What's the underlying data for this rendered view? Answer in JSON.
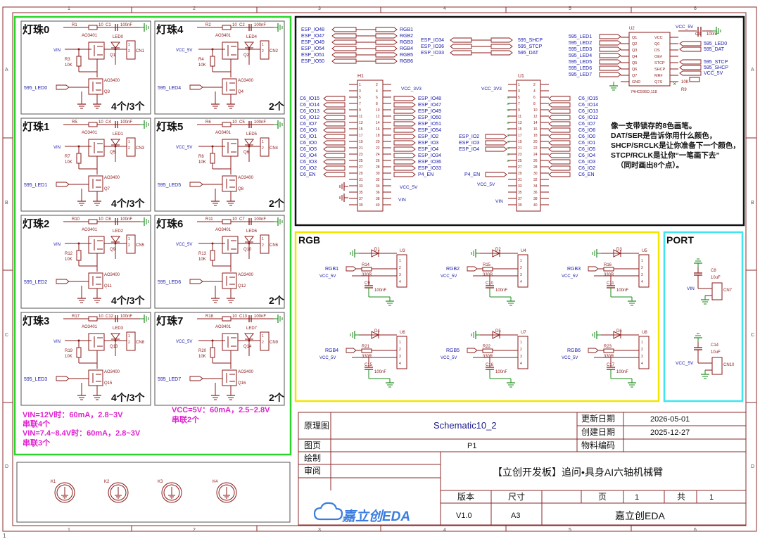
{
  "colors": {
    "border": "#8b2a2a",
    "wire": "#8b1a1a",
    "net": "#1a1aa8",
    "part": "#8b1a1a",
    "green_frame": "#2bd62b",
    "yellow_frame": "#f0e600",
    "cyan_frame": "#3fe6f0",
    "note": "#e020d0",
    "gnd": "#1a8a1a",
    "title_text": "#1a1a8b"
  },
  "ruler": {
    "cols": [
      "1",
      "2",
      "3",
      "4",
      "5",
      "6"
    ],
    "rows": [
      "A",
      "B",
      "C",
      "D"
    ]
  },
  "leds": [
    {
      "title": "灯珠0",
      "count": "4个/3个",
      "supply": "VIN",
      "res": "R1",
      "c": "C1",
      "r": "R3",
      "led": "LED0",
      "cn": "CN1",
      "qp": "Q1",
      "qn": "Q3",
      "net": "595_LED0"
    },
    {
      "title": "灯珠4",
      "count": "2个",
      "supply": "VCC_5V",
      "res": "R2",
      "c": "C2",
      "r": "R4",
      "led": "LED4",
      "cn": "CN2",
      "qp": "Q2",
      "qn": "Q4",
      "net": "595_LED4"
    },
    {
      "title": "灯珠1",
      "count": "4个/3个",
      "supply": "VIN",
      "res": "R5",
      "c": "C4",
      "r": "R7",
      "led": "LED1",
      "cn": "CN3",
      "qp": "Q5",
      "qn": "Q7",
      "net": "595_LED1"
    },
    {
      "title": "灯珠5",
      "count": "2个",
      "supply": "VCC_5V",
      "res": "R6",
      "c": "C5",
      "r": "R8",
      "led": "LED5",
      "cn": "CN4",
      "qp": "Q6",
      "qn": "Q8",
      "net": "595_LED5"
    },
    {
      "title": "灯珠2",
      "count": "4个/3个",
      "supply": "VIN",
      "res": "R10",
      "c": "C6",
      "r": "R12",
      "led": "LED2",
      "cn": "CN5",
      "qp": "Q9",
      "qn": "Q11",
      "net": "595_LED2"
    },
    {
      "title": "灯珠6",
      "count": "2个",
      "supply": "VCC_5V",
      "res": "R11",
      "c": "C7",
      "r": "R13",
      "led": "LED6",
      "cn": "CN6",
      "qp": "Q10",
      "qn": "Q12",
      "net": "595_LED6"
    },
    {
      "title": "灯珠3",
      "count": "4个/3个",
      "supply": "VIN",
      "res": "R17",
      "c": "C12",
      "r": "R19",
      "led": "LED3",
      "cn": "CN8",
      "qp": "Q13",
      "qn": "Q15",
      "net": "595_LED3"
    },
    {
      "title": "灯珠7",
      "count": "2个",
      "supply": "VCC_5V",
      "res": "R18",
      "c": "C13",
      "r": "R20",
      "led": "LED7",
      "cn": "CN9",
      "qp": "Q14",
      "qn": "Q16",
      "net": "595_LED7"
    }
  ],
  "parts": {
    "pmos": "AO3401",
    "nmos": "AO3400",
    "r10k": "10K",
    "r10": "10",
    "c100n": "100nF",
    "gnd": "GND"
  },
  "notes": {
    "vin_line1": "VIN=12V时：60mA，2.8~3V",
    "vin_line2": "串联4个",
    "vin_line3": "VIN=7.4~8.4V时：60mA，2.8~3V",
    "vin_line4": "串联3个",
    "vcc_line1": "VCC=5V：60mA，2.5~2.8V",
    "vcc_line2": "串联2个"
  },
  "keys": [
    "K1",
    "K2",
    "K3",
    "K4"
  ],
  "top": {
    "rgb_in": [
      "ESP_IO48",
      "ESP_IO47",
      "ESP_IO49",
      "ESP_IO54",
      "ESP_IO51",
      "ESP_IO50"
    ],
    "rgb_out": [
      "RGB1",
      "RGB2",
      "RGB3",
      "RGB4",
      "RGB5",
      "RGB6"
    ],
    "sh_in": [
      "ESP_IO34",
      "ESP_IO36",
      "ESP_IO33"
    ],
    "sh_out": [
      "595_SHCP",
      "595_STCP",
      "595_DAT"
    ],
    "h1": {
      "ref": "H1",
      "left": [
        "C6_IO15",
        "C6_IO14",
        "C6_IO13",
        "C6_IO12",
        "C6_IO7",
        "C6_IO6",
        "C6_IO1",
        "C6_IO0",
        "C6_IO5",
        "C6_IO4",
        "C6_IO3",
        "C6_IO2",
        "C6_EN"
      ],
      "right": [
        "ESP_IO48",
        "ESP_IO47",
        "ESP_IO49",
        "ESP_IO50",
        "ESP_IO51",
        "ESP_IO54",
        "ESP_IO2",
        "ESP_IO3",
        "ESP_IO4",
        "ESP_IO34",
        "ESP_IO36",
        "ESP_IO33",
        "P4_EN"
      ],
      "vcc3": "VCC_3V3",
      "vcc5": "VCC_5V",
      "vin": "VIN"
    },
    "u1": {
      "ref": "U1",
      "left": [
        "ESP_IO2",
        "ESP_IO3",
        "ESP_IO4"
      ],
      "left_en": "P4_EN",
      "right": [
        "C6_IO15",
        "C6_IO14",
        "C6_IO13",
        "C6_IO12",
        "C6_IO7",
        "C6_IO6",
        "C6_IO0",
        "C6_IO1",
        "C6_IO5",
        "C6_IO4",
        "C6_IO3",
        "C6_IO2",
        "C6_EN"
      ],
      "vcc3": "VCC_3V3",
      "vcc5": "VCC_5V",
      "vin": "VIN"
    },
    "u2": {
      "ref": "U2",
      "part": "74HC595D,118",
      "leds": [
        "595_LED1",
        "595_LED2",
        "595_LED3",
        "595_LED4",
        "595_LED5",
        "595_LED6",
        "595_LED7"
      ],
      "pins_l": [
        "Q1",
        "Q2",
        "Q3",
        "Q4",
        "Q5",
        "Q6",
        "Q7",
        "GND"
      ],
      "pins_r": [
        "VCC",
        "Q0",
        "DS",
        "OE#",
        "STCP",
        "SHCP",
        "MR#",
        "Q7S"
      ],
      "out": [
        "595_LED0",
        "595_DAT",
        "595_STCP",
        "595_SHCP",
        "VCC_5V"
      ],
      "vcc": "VCC_5V",
      "c3": "C3",
      "c3v": "100nF",
      "r9": "R9",
      "r9v": "10K"
    },
    "comment": [
      "像一支带锁存的8色画笔。",
      "DAT/SER是告诉你用什么颜色，",
      "SHCP/SRCLK是让你准备下一个颜色，",
      "STCP/RCLK是让你“一笔画下去”",
      "（同时画出8个点）。"
    ]
  },
  "rgb": {
    "title": "RGB",
    "cells": [
      {
        "net": "RGB1",
        "d": "D1",
        "r": "R14",
        "c": "C9",
        "u": "U3"
      },
      {
        "net": "RGB2",
        "d": "D2",
        "r": "R15",
        "c": "C10",
        "u": "U4"
      },
      {
        "net": "RGB3",
        "d": "D3",
        "r": "R16",
        "c": "C11",
        "u": "U5"
      },
      {
        "net": "RGB4",
        "d": "D4",
        "r": "R21",
        "c": "C15",
        "u": "U6"
      },
      {
        "net": "RGB5",
        "d": "D5",
        "r": "R22",
        "c": "C16",
        "u": "U7"
      },
      {
        "net": "RGB6",
        "d": "D6",
        "r": "R23",
        "c": "C17",
        "u": "U8"
      }
    ],
    "vcc": "VCC_5V",
    "rv": "330R",
    "cv": "100nF"
  },
  "port": {
    "title": "PORT",
    "items": [
      {
        "net": "VIN",
        "c": "C8",
        "cv": "10uF",
        "cn": "CN7"
      },
      {
        "net": "VCC_5V",
        "c": "C14",
        "cv": "10uF",
        "cn": "CN10"
      }
    ]
  },
  "title_block": {
    "l_schematic": "原理图",
    "v_schematic": "Schematic10_2",
    "l_update": "更新日期",
    "v_update": "2026-05-01",
    "l_create": "创建日期",
    "v_create": "2025-12-27",
    "l_page": "图页",
    "v_page": "P1",
    "l_material": "物料编码",
    "l_draw": "绘制",
    "l_review": "审阅",
    "project": "【立创开发板】追问•具身AI六轴机械臂",
    "l_version": "版本",
    "l_size": "尺寸",
    "l_pg": "页",
    "v_pg": "1",
    "l_total": "共",
    "v_total": "1",
    "v_version": "V1.0",
    "v_size": "A3",
    "company": "嘉立创EDA",
    "logo": "嘉立创EDA"
  },
  "corner": "1"
}
